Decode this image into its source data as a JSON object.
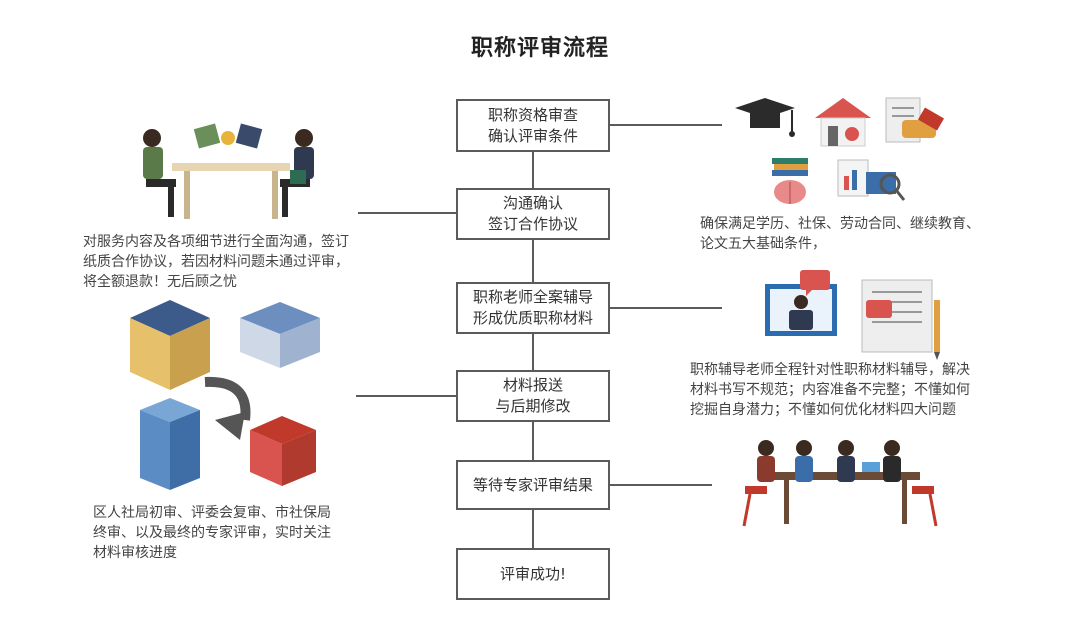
{
  "title": "职称评审流程",
  "steps": [
    {
      "line1": "职称资格审查",
      "line2": "确认评审条件"
    },
    {
      "line1": "沟通确认",
      "line2": "签订合作协议"
    },
    {
      "line1": "职称老师全案辅导",
      "line2": "形成优质职称材料"
    },
    {
      "line1": "材料报送",
      "line2": "与后期修改"
    },
    {
      "line1": "等待专家评审结果",
      "line2": ""
    },
    {
      "line1": "评审成功!",
      "line2": ""
    }
  ],
  "descriptions": {
    "right_1": [
      "确保满足学历、社保、劳动合同、继续教育、",
      "论文五大基础条件，"
    ],
    "left_2": [
      "对服务内容及各项细节进行全面沟通，签订",
      "纸质合作协议，若因材料问题未通过评审，",
      "将全额退款！无后顾之忧"
    ],
    "right_3": [
      "职称辅导老师全程针对性职称材料辅导，解决",
      "材料书写不规范；内容准备不完整；不懂如何",
      "挖掘自身潜力；不懂如何优化材料四大问题"
    ],
    "left_4": [
      "区人社局初审、评委会复审、市社保局",
      "终审、以及最终的专家评审，实时关注",
      "材料审核进度"
    ]
  },
  "colors": {
    "line": "#5b5b5b",
    "text": "#444444",
    "accent_red": "#d9534f",
    "accent_blue": "#3b6ea8"
  },
  "icons": [
    "graduation-cap-icon",
    "house-heart-icon",
    "contract-handshake-icon",
    "books-brain-icon",
    "analytics-report-icon",
    "handshake-meeting-illustration",
    "buildings-illustration",
    "online-tutor-illustration",
    "document-pencil-illustration",
    "team-meeting-illustration"
  ]
}
